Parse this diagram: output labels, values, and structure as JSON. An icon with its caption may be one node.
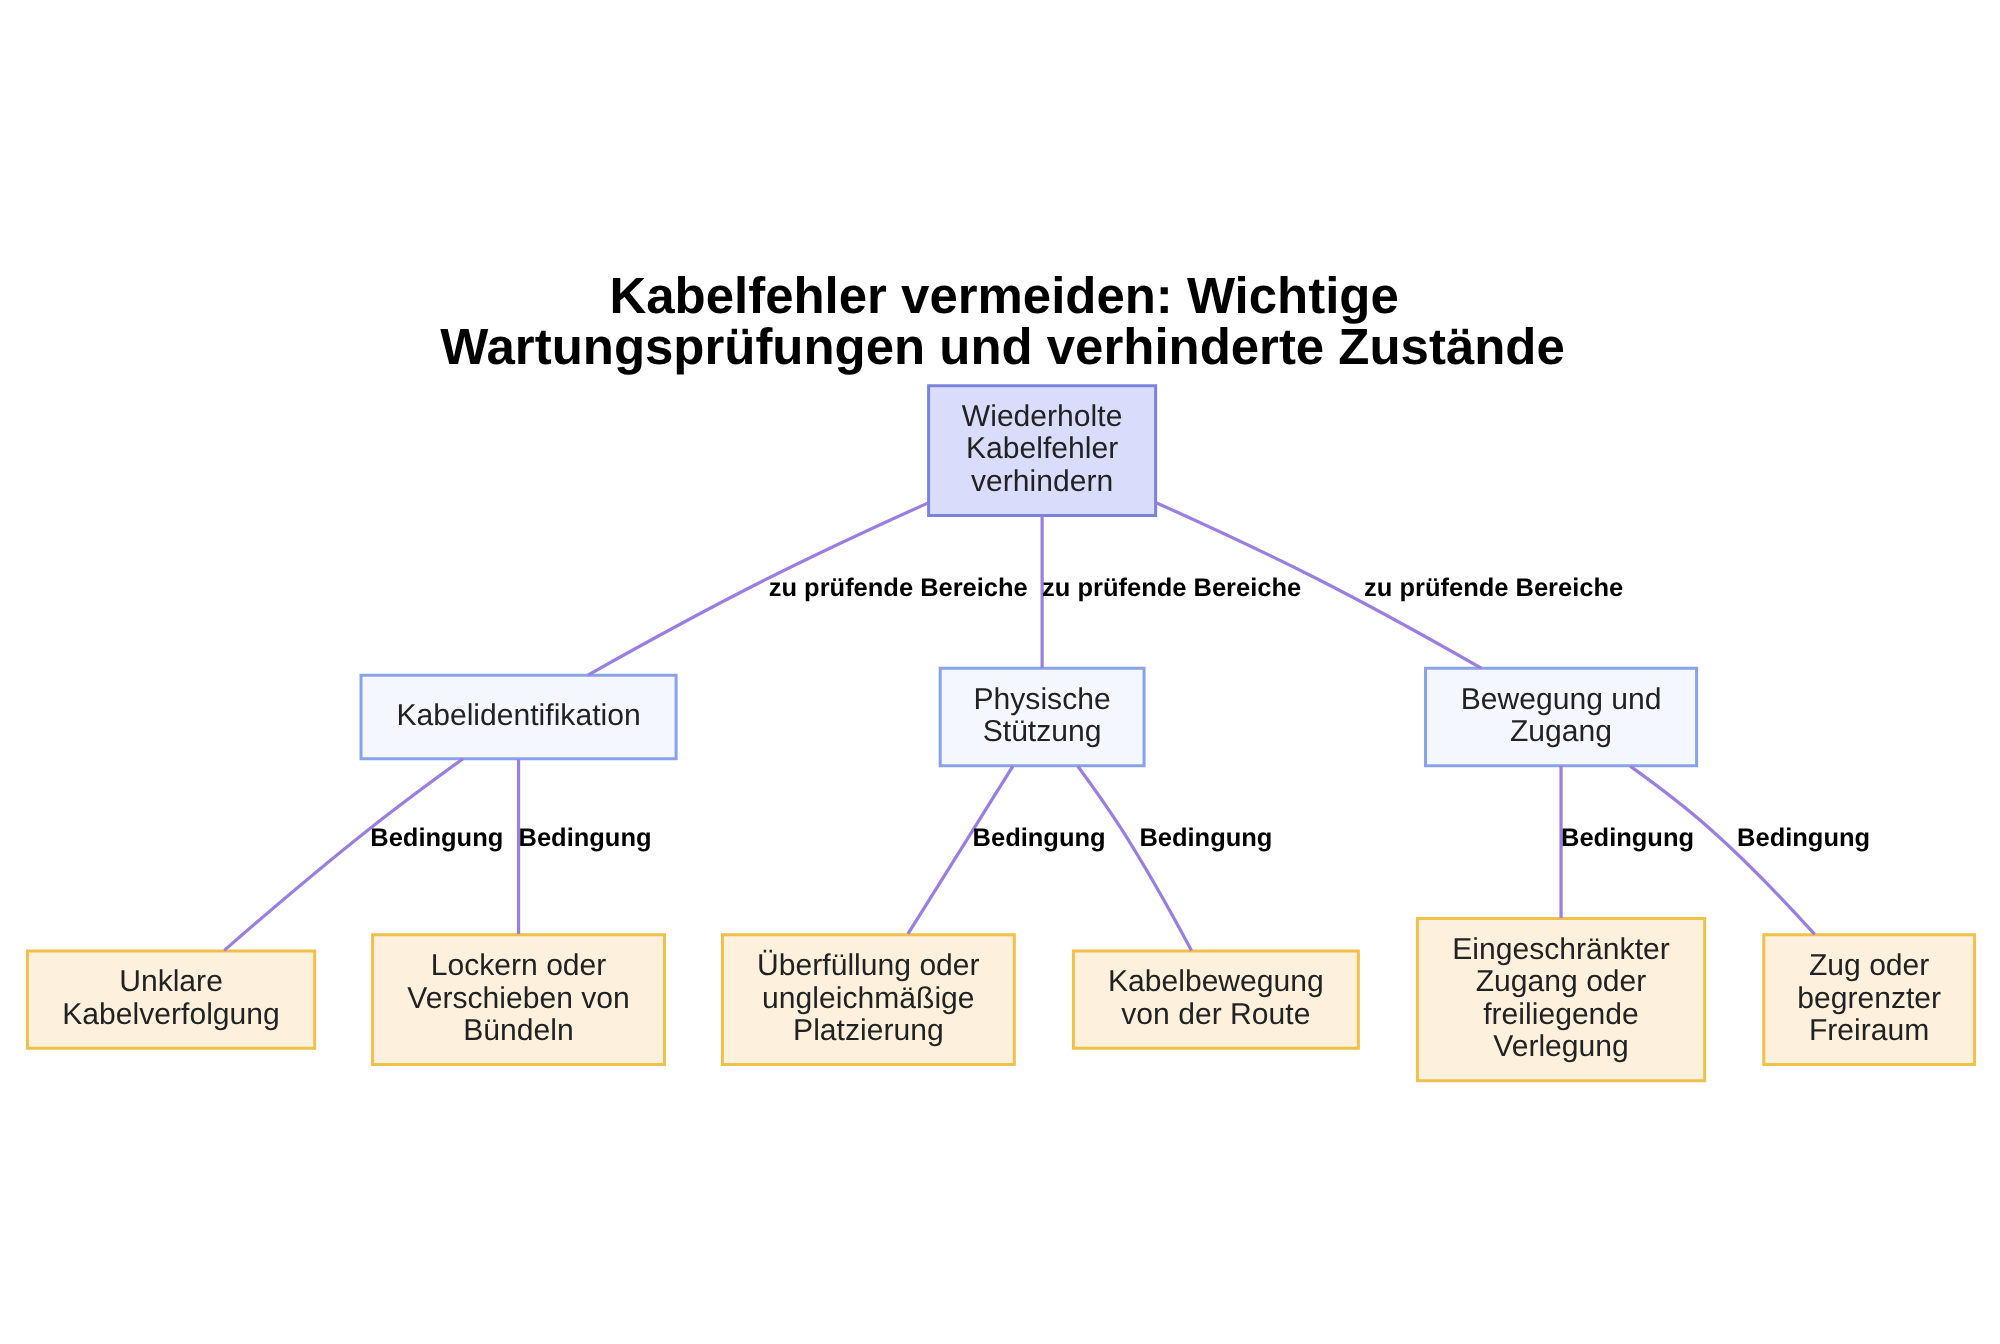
{
  "diagram": {
    "title": "Kabelfehler vermeiden: Wichtige Wartungsprüfungen und verhinderte Zustände",
    "nodes": [
      {
        "text": [
          "Wiederholte Kabelfehler verhindern"
        ]
      },
      {
        "text": [
          "Kabelidentifikation"
        ]
      },
      {
        "text": [
          "Physische Stützung"
        ]
      },
      {
        "text": [
          "Bewegung und Zugang"
        ]
      },
      {
        "text": [
          "Unklare Kabelverfolgung"
        ]
      },
      {
        "text": [
          "Lockern oder Verschieben von Bündeln"
        ]
      },
      {
        "text": [
          "Überfüllung oder ungleichmäßige Platzierung"
        ]
      },
      {
        "text": [
          "Kabelbewegung von der Route"
        ]
      },
      {
        "text": [
          "Eingeschränkter Zugang oder freiliegende Verlegung"
        ]
      },
      {
        "text": [
          "Zug oder begrenzter Freiraum"
        ]
      }
    ],
    "edges": [
      {
        "from": 0,
        "to": 1,
        "arrow": "none",
        "label": "zu prüfende Bereiche"
      },
      {
        "from": 0,
        "to": 2,
        "arrow": "none",
        "label": "zu prüfende Bereiche"
      },
      {
        "from": 0,
        "to": 3,
        "arrow": "none",
        "label": "zu prüfende Bereiche"
      },
      {
        "from": 1,
        "to": 4,
        "arrow": "none",
        "label": "Bedingung"
      },
      {
        "from": 1,
        "to": 5,
        "arrow": "none",
        "label": "Bedingung"
      },
      {
        "from": 2,
        "to": 6,
        "arrow": "none",
        "label": "Bedingung"
      },
      {
        "from": 2,
        "to": 7,
        "arrow": "none",
        "label": "Bedingung"
      },
      {
        "from": 3,
        "to": 8,
        "arrow": "none",
        "label": "Bedingung"
      },
      {
        "from": 3,
        "to": 9,
        "arrow": "none",
        "label": "Bedingung"
      }
    ]
  }
}
